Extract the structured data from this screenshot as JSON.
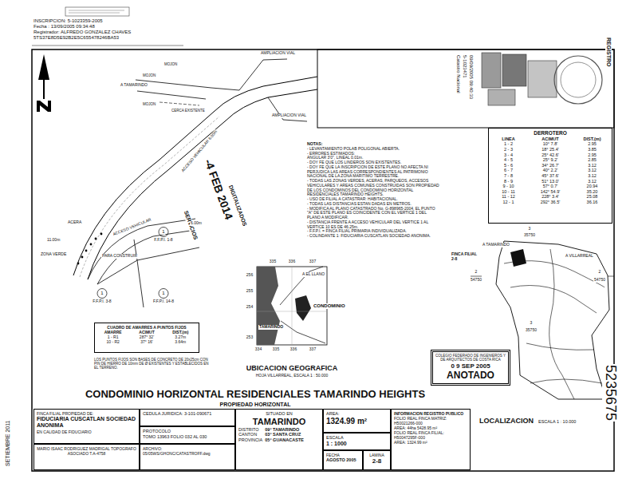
{
  "diagram": {
    "title": "CONDOMINIO HORIZONTAL RESIDENCIALES TAMARINDO HEIGHTS",
    "nodes": [
      {
        "text": [
          "DERROTERO",
          "LINEA",
          "ACIMUT",
          "DIST.(m)",
          "1 - 2",
          "10° 7.8'",
          "2.95",
          "2 - 3",
          "18° 25.4'",
          "3.85",
          "3 - 4",
          "25° 42.6'",
          "2.95",
          "4 - 5",
          "25° 9.2'",
          "2.85",
          "5 - 6",
          "34° 26.7'",
          "3.12",
          "6 - 7",
          "40° 2.2'",
          "3.12",
          "7 - 8",
          "45° 37.6'",
          "3.12",
          "8 - 9",
          "51° 13.0'",
          "3.12",
          "9 - 10",
          "57° 0.7'",
          "20.94",
          "10 - 11",
          "142° 54.9'",
          "35.20",
          "11 - 12",
          "228° 3.4'",
          "25.08",
          "12 - 1",
          "292° 36.5'",
          "36.16"
        ]
      },
      {
        "text": [
          "CUADRO DE AMARRES A PUNTOS FIJOS",
          "AMARRE",
          "ACIMUT",
          "DIST.(m)",
          "1 - R1",
          "287° 32'",
          "3.27m",
          "10 - R2",
          "37° 16'",
          "3.64m"
        ]
      },
      {
        "text": [
          "COLEGIO FEDERADO DE INGENIEROS Y DE ARQUITECTOS DE COSTA RICA",
          "0 9 SEP 2005",
          "ANOTADO"
        ]
      },
      {
        "text": [
          "FINCA FILIAL PROPIEDAD DE:",
          "FIDUCIARIA CUSCATLAN SOCIEDAD ANONIMA",
          "EN CALIDAD DE FIDUCIARIO"
        ]
      },
      {
        "text": [
          "CEDULA JURIDICA: 3-101-090671"
        ]
      },
      {
        "text": [
          "PROTOCOLO",
          "TOMO 13963 FOLIO 032 AL 030"
        ]
      },
      {
        "text": [
          "MARIO ISAAC RODRIGUEZ MADRIGAL TOPOGRAFO ASOCIADO T.A-4758"
        ]
      },
      {
        "text": [
          "ARCHIVO:",
          "05/05WS/GHONC/CATASTROFF.dwg"
        ]
      },
      {
        "text": [
          "SITUADO EN",
          "TAMARINDO",
          "DISTRITO",
          "09° TAMARINDO",
          "CANTON",
          "03° SANTA CRUZ",
          "PROVINCIA",
          "05° GUANACASTE"
        ]
      },
      {
        "text": [
          "AREA:",
          "1324.99 m²"
        ]
      },
      {
        "text": [
          "ESCALA",
          "1 : 1000"
        ]
      },
      {
        "text": [
          "FECHA",
          "AGOSTO 2005"
        ]
      },
      {
        "text": [
          "LAMINA",
          "2-8"
        ]
      },
      {
        "text": [
          "INFORMACION REGISTRO PUBLICO",
          "FOLIO REAL FINCA MATRIZ: H50021266-000",
          "AREA: 44ha 5428.95 m²",
          "FOLIO REAL FINCA FILIAL: H50047295F-000",
          "AREA: 1324.99 m²"
        ]
      }
    ],
    "labels": [
      "INSCRIPCION: 5-1023359-2005",
      "Fecha : 13/09/2005 09:34:48",
      "Registrador: ALFREDO GONZALEZ CHAVES",
      "5TS37E8D5E92B2E5C655478246BA53",
      "Catastro Nacional",
      "5-1023471",
      "09/09/2005 09:40:33",
      "REGISTRO",
      "-4 FEB 2014",
      "SERVICIOS",
      "DIGITALIZADOS",
      "NOTAS:",
      "- LEVANTAMIENTO POLAB POLIGONAL ABIERTA.",
      "- ERRORES ESTIMADOS:",
      "ANGULAR 3'0\", LINEAL 0.01m.",
      "- DOY FE QUE LOS LINDEROS SON EXISTENTES.",
      "- DOY FE QUE LA INSCRIPCION DE ESTE PLANO NO AFECTA NI PERJUDICA LAS AREAS CORRESPONDIENTES AL PATRIMONIO NACIONAL DE LA ZONA MARITIMO TERRESTRE.",
      "- TODAS LAS ZONAS VERDES, ACERAS, PARQUEOS, ACCESOS VEHICULARES Y AREAS COMUNES CONSTRUIDAS SON PROPIEDAD DE LOS CONDOMINOS DEL CONDOMINIO HORIZONTAL RESIDENCIALES TAMARINDO HEIGHTS.",
      "- USO DE FILIAL A CATASTRAR: HABITACIONAL.",
      "- TODAS LAS DISTANCIAS ESTAN DADAS EN METROS.",
      "- MODIFICA AL PLANO CATASTRADO No. G-898965-2004, EL PUNTO \"A\" DE ESTE PLANO ES COINCIDENTE CON EL VERTICE 1 DEL PLANO A MODIFICAR.",
      "- DISTANCIA FRENTE A ACCESO VEHICULAR DEL VERTICE 1 AL VERTICE 10 ES DE 46.25m.",
      "- F.F.P.I. = FINCA FILIAL PRIMARIA INDIVIDUALIZADA.",
      "- COLINDANTE 1: FIDUCIARIA CUSCATLAN SOCIEDAD ANONIMA.",
      "AMPLIACION VIAL",
      "AMPLIACION VIAL",
      "MOJON",
      "MOJON",
      "MOJON",
      "CERCA EXISTENTE",
      "A TAMARINDO",
      "ACCESO VEHICULAR 6.00m",
      "ACERA",
      "ZONA VERDE",
      "11.00m",
      "6.00m",
      "ACCESO VEHICULAR",
      "1",
      "F.F.P.I. 1-8",
      "PARA CONSTRUIR",
      "1",
      "F.F.P.I. 3-8",
      "1",
      "F.F.P.I. 14-8",
      "LOS PUNTOS FIJOS SON BASES DE CONCRETO DE 20x25cm CON PIN DE HIERRO DE 10mm DE Ø EXISTENTES Y ESTABLECIDOS EN EL TERRENO.",
      "335",
      "336",
      "337",
      "256",
      "255",
      "254",
      "253",
      "334",
      "335",
      "336",
      "337",
      "A EL LLANO",
      "CONDOMINIO",
      "TAMARINDO",
      "UBICACION GEOGRAFICA",
      "HOJA VILLARREAL, ESCALA 1 : 50.000",
      "FINCA FILIAL 2-8",
      "A TAMARINDO",
      "A VILLARREAL",
      "3",
      "35750",
      "2",
      "54750",
      "2",
      "54750",
      "3",
      "35750",
      "LOCALIZACION",
      "ESCALA 1 : 10.000",
      "PROPIEDAD HORIZONTAL",
      "SETIEMBRE 2011",
      "5235675"
    ]
  }
}
